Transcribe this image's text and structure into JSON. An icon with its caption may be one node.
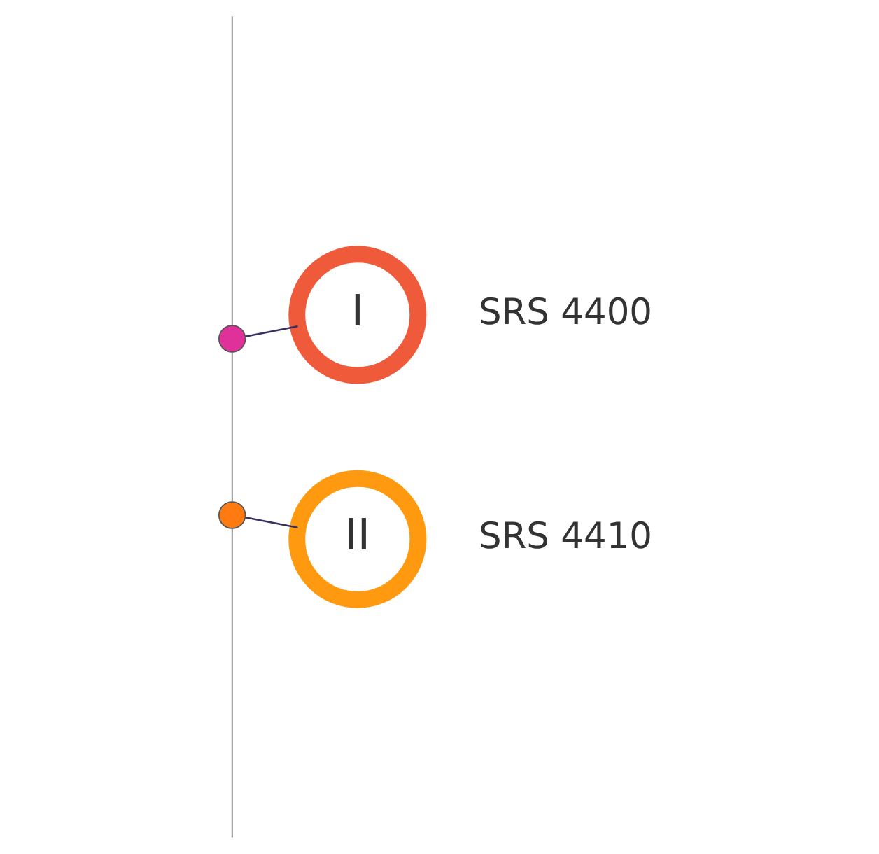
{
  "diagram": {
    "nodes": [
      {
        "text": [],
        "shape": "circle"
      },
      {
        "text": [
          "I"
        ],
        "beside": [
          "SRS 4400"
        ]
      },
      {
        "text": [],
        "shape": "circle"
      },
      {
        "text": [
          "II"
        ],
        "beside": [
          "SRS 4410"
        ]
      }
    ],
    "edges": [
      {
        "from": null,
        "to": 0,
        "arrow": "none"
      },
      {
        "from": 0,
        "to": 1,
        "arrow": "none"
      },
      {
        "from": 0,
        "to": 2,
        "arrow": "none"
      },
      {
        "from": 2,
        "to": 3,
        "arrow": "none"
      },
      {
        "from": 2,
        "to": null,
        "arrow": "none"
      }
    ]
  }
}
